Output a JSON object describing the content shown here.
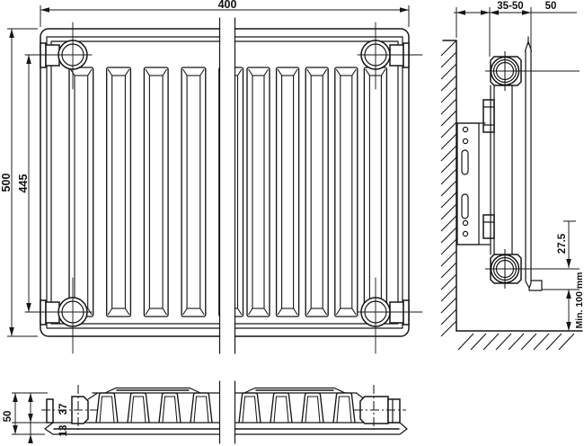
{
  "drawing": {
    "kind": "panel radiator installation dimension drawing",
    "colors": {
      "line": "#161616",
      "background": "#ffffff"
    }
  },
  "front_view": {
    "width": "400",
    "height": "500",
    "tapping_pitch": "445"
  },
  "side_view": {
    "wall_distance": "35-50",
    "depth": "50",
    "hub_to_bottom_offset": "27.5",
    "floor_clearance": "Min. 100 mm"
  },
  "bottom_view": {
    "overall_depth": "50",
    "convector_depth": "37",
    "panel_depth": "13"
  }
}
